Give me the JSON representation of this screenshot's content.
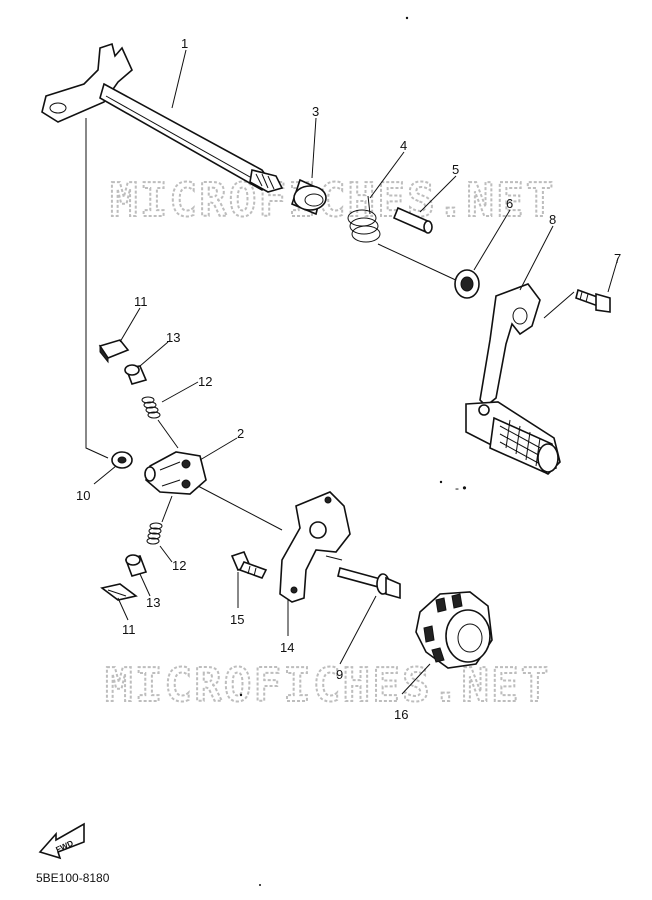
{
  "watermarks": [
    "MICROFICHES.NET",
    "MICROFICHES.NET"
  ],
  "callouts": [
    {
      "id": "1",
      "label": "1"
    },
    {
      "id": "2",
      "label": "2"
    },
    {
      "id": "3",
      "label": "3"
    },
    {
      "id": "4",
      "label": "4"
    },
    {
      "id": "5",
      "label": "5"
    },
    {
      "id": "6",
      "label": "6"
    },
    {
      "id": "7",
      "label": "7"
    },
    {
      "id": "8",
      "label": "8"
    },
    {
      "id": "9",
      "label": "9"
    },
    {
      "id": "10",
      "label": "10"
    },
    {
      "id": "11a",
      "label": "11"
    },
    {
      "id": "11b",
      "label": "11"
    },
    {
      "id": "12a",
      "label": "12"
    },
    {
      "id": "12b",
      "label": "12"
    },
    {
      "id": "13a",
      "label": "13"
    },
    {
      "id": "13b",
      "label": "13"
    },
    {
      "id": "14",
      "label": "14"
    },
    {
      "id": "15",
      "label": "15"
    },
    {
      "id": "16",
      "label": "16"
    }
  ],
  "fwd_label": "FWD",
  "diagram_code": "5BE100-8180"
}
